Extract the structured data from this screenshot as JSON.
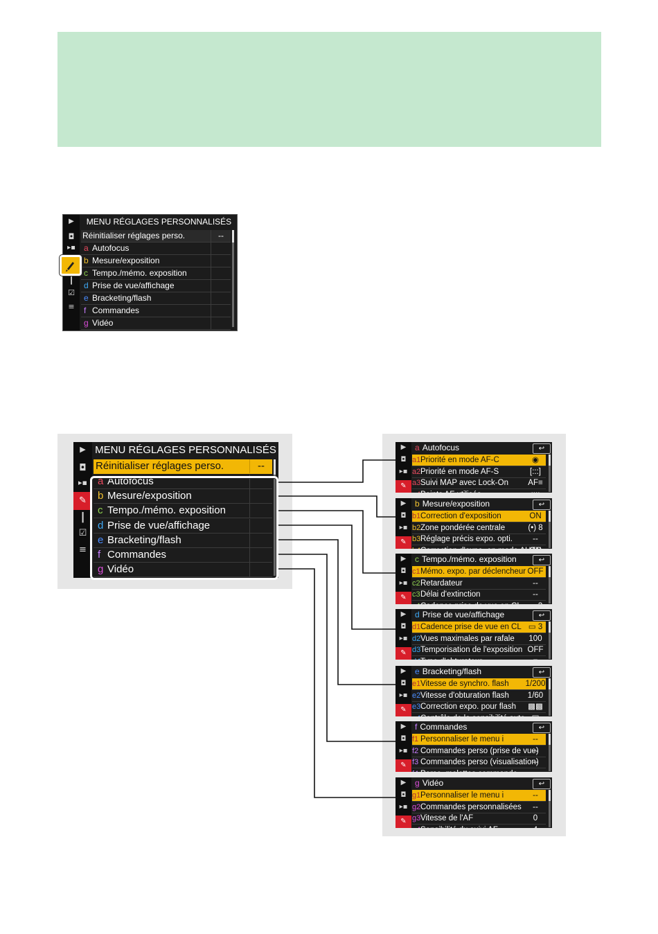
{
  "colors": {
    "banner": "#c5e8cf",
    "highlight": "#f2b705",
    "active_tab": "#d81e2a",
    "a": "#e84a5f",
    "b": "#f2c230",
    "c": "#8fd14f",
    "d": "#3fa9f5",
    "e": "#4a8cff",
    "f": "#c77dff",
    "g": "#d94fd8"
  },
  "sidebar_icons": [
    "playback-icon",
    "camera-icon",
    "movie-icon",
    "pencil-icon",
    "wrench-icon",
    "retouch-icon",
    "mymenu-icon"
  ],
  "small_menu": {
    "title": "MENU RÉGLAGES PERSONNALISÉS",
    "reset_label": "Réinitialiser réglages perso.",
    "reset_value": "--",
    "items": [
      {
        "letter": "a",
        "label": "Autofocus"
      },
      {
        "letter": "b",
        "label": "Mesure/exposition"
      },
      {
        "letter": "c",
        "label": "Tempo./mémo. exposition"
      },
      {
        "letter": "d",
        "label": "Prise de vue/affichage"
      },
      {
        "letter": "e",
        "label": "Bracketing/flash"
      },
      {
        "letter": "f",
        "label": "Commandes"
      },
      {
        "letter": "g",
        "label": "Vidéo"
      }
    ]
  },
  "large_menu": {
    "title": "MENU RÉGLAGES PERSONNALISÉS",
    "reset_label": "Réinitialiser réglages perso.",
    "reset_value": "--",
    "items": [
      {
        "letter": "a",
        "label": "Autofocus"
      },
      {
        "letter": "b",
        "label": "Mesure/exposition"
      },
      {
        "letter": "c",
        "label": "Tempo./mémo. exposition"
      },
      {
        "letter": "d",
        "label": "Prise de vue/affichage"
      },
      {
        "letter": "e",
        "label": "Bracketing/flash"
      },
      {
        "letter": "f",
        "label": "Commandes"
      },
      {
        "letter": "g",
        "label": "Vidéo"
      }
    ]
  },
  "panels": [
    {
      "letter": "a",
      "title": "Autofocus",
      "back": "↩",
      "rows": [
        {
          "code": "a1",
          "label": "Priorité en mode AF-C",
          "value": "◉"
        },
        {
          "code": "a2",
          "label": "Priorité en mode AF-S",
          "value": "[:::]"
        },
        {
          "code": "a3",
          "label": "Suivi MAP avec Lock-On",
          "value": "AF≡"
        },
        {
          "code": "a4",
          "label": "Points AF utilisés",
          "value": "::::"
        }
      ]
    },
    {
      "letter": "b",
      "title": "Mesure/exposition",
      "back": "↩",
      "rows": [
        {
          "code": "b1",
          "label": "Correction d'exposition",
          "value": "ON"
        },
        {
          "code": "b2",
          "label": "Zone pondérée centrale",
          "value": "(•) 8"
        },
        {
          "code": "b3",
          "label": "Réglage précis expo. opti.",
          "value": "--"
        },
        {
          "code": "b4",
          "label": "Correction d'expo. en mode AUTO",
          "value": "ON"
        }
      ]
    },
    {
      "letter": "c",
      "title": "Tempo./mémo. exposition",
      "back": "↩",
      "rows": [
        {
          "code": "c1",
          "label": "Mémo. expo. par déclencheur",
          "value": "OFF"
        },
        {
          "code": "c2",
          "label": "Retardateur",
          "value": "--"
        },
        {
          "code": "c3",
          "label": "Délai d'extinction",
          "value": "--"
        },
        {
          "code": "c4",
          "label": "Cadence prise de vue en CL",
          "value": "▭ 3"
        }
      ]
    },
    {
      "letter": "d",
      "title": "Prise de vue/affichage",
      "back": "↩",
      "rows": [
        {
          "code": "d1",
          "label": "Cadence prise de vue en CL",
          "value": "▭ 3"
        },
        {
          "code": "d2",
          "label": "Vues maximales par rafale",
          "value": "100"
        },
        {
          "code": "d3",
          "label": "Temporisation de l'exposition",
          "value": "OFF"
        },
        {
          "code": "d4",
          "label": "Type d'obturateur",
          "value": "≡"
        }
      ]
    },
    {
      "letter": "e",
      "title": "Bracketing/flash",
      "back": "↩",
      "rows": [
        {
          "code": "e1",
          "label": "Vitesse de synchro. flash",
          "value": "1/200"
        },
        {
          "code": "e2",
          "label": "Vitesse d'obturation flash",
          "value": "1/60"
        },
        {
          "code": "e3",
          "label": "Correction expo. pour flash",
          "value": "▩▩"
        },
        {
          "code": "e4",
          "label": "Contrôle de la sensibilité auto",
          "value": "▣"
        }
      ]
    },
    {
      "letter": "f",
      "title": "Commandes",
      "back": "↩",
      "rows": [
        {
          "code": "f1",
          "label": "Personnaliser le menu i",
          "value": "--"
        },
        {
          "code": "f2",
          "label": "Commandes perso (prise de vue)",
          "value": "--"
        },
        {
          "code": "f3",
          "label": "Commandes perso (visualisation)",
          "value": "--"
        },
        {
          "code": "f4",
          "label": "Perso. molettes commande",
          "value": "--"
        }
      ]
    },
    {
      "letter": "g",
      "title": "Vidéo",
      "back": "↩",
      "rows": [
        {
          "code": "g1",
          "label": "Personnaliser le menu i",
          "value": "--"
        },
        {
          "code": "g2",
          "label": "Commandes personnalisées",
          "value": "--"
        },
        {
          "code": "g3",
          "label": "Vitesse de l'AF",
          "value": "0"
        },
        {
          "code": "g4",
          "label": "Sensibilité du suivi AF",
          "value": "4"
        }
      ]
    }
  ]
}
